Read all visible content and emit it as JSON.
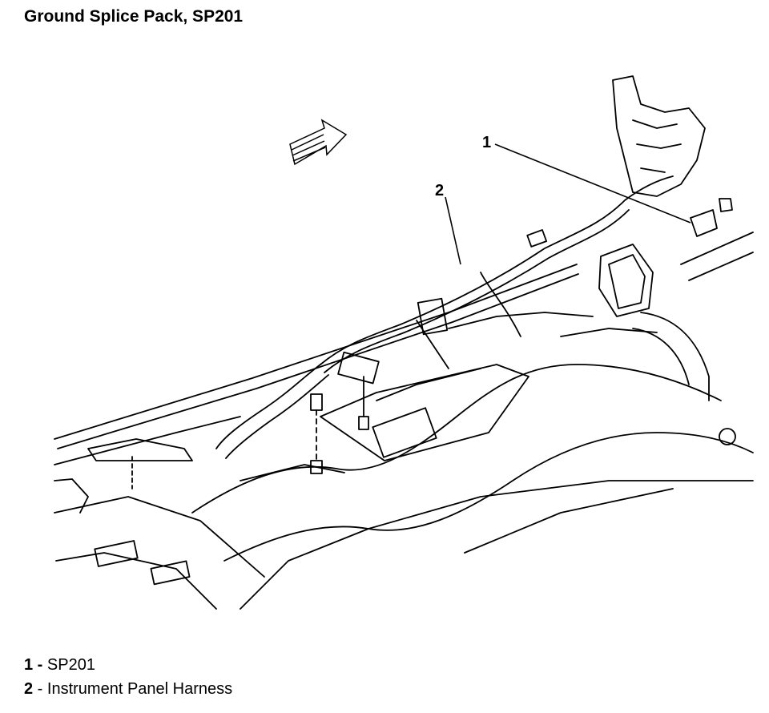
{
  "title": "Ground Splice Pack, SP201",
  "callouts": [
    {
      "number": "1",
      "label": "SP201"
    },
    {
      "number": "2",
      "label": "Instrument Panel Harness"
    }
  ],
  "colors": {
    "ink": "#000000",
    "background": "#ffffff"
  },
  "icons": [
    "direction-arrow-icon"
  ]
}
